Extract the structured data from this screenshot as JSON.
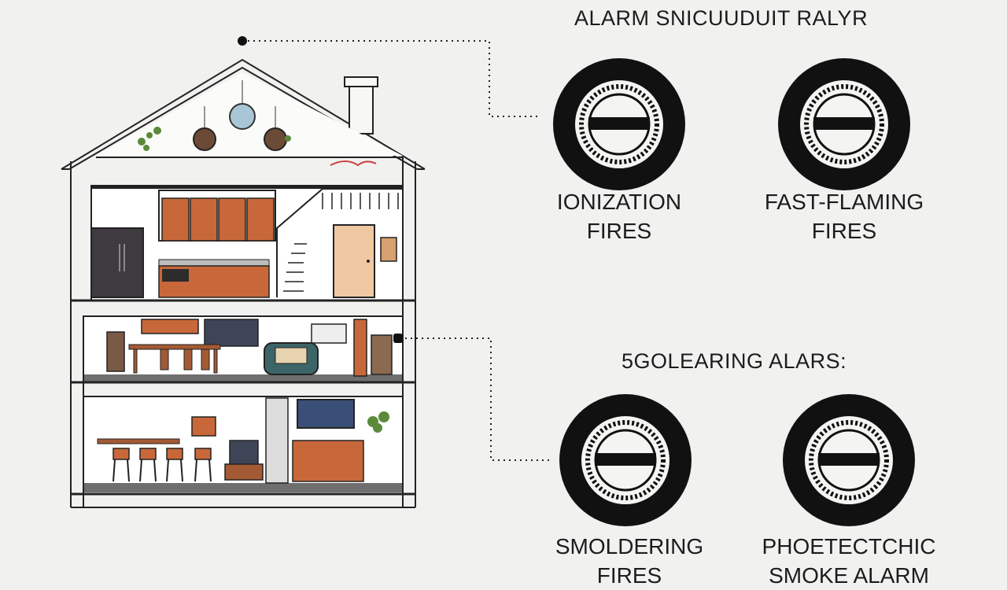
{
  "headings": {
    "top": "ALARM SNICUUDUIT RALYR",
    "middle": "5GOLEARING ALARS:"
  },
  "alarms": [
    {
      "line1": "IONIZATION",
      "line2": "FIRES"
    },
    {
      "line1": "FAST-FLAMING",
      "line2": "FIRES"
    },
    {
      "line1": "SMOLDERING",
      "line2": "FIRES"
    },
    {
      "line1": "PHOETECTCHIC",
      "line2": "SMOKE ALARM"
    }
  ],
  "colors": {
    "background": "#f1f1f0",
    "line": "#222222",
    "detector_ring": "#111111",
    "cabinet_wood": "#c8683a",
    "floor": "#6f6f6f"
  },
  "icons": [
    "smoke-detector-icon",
    "house-illustration"
  ]
}
